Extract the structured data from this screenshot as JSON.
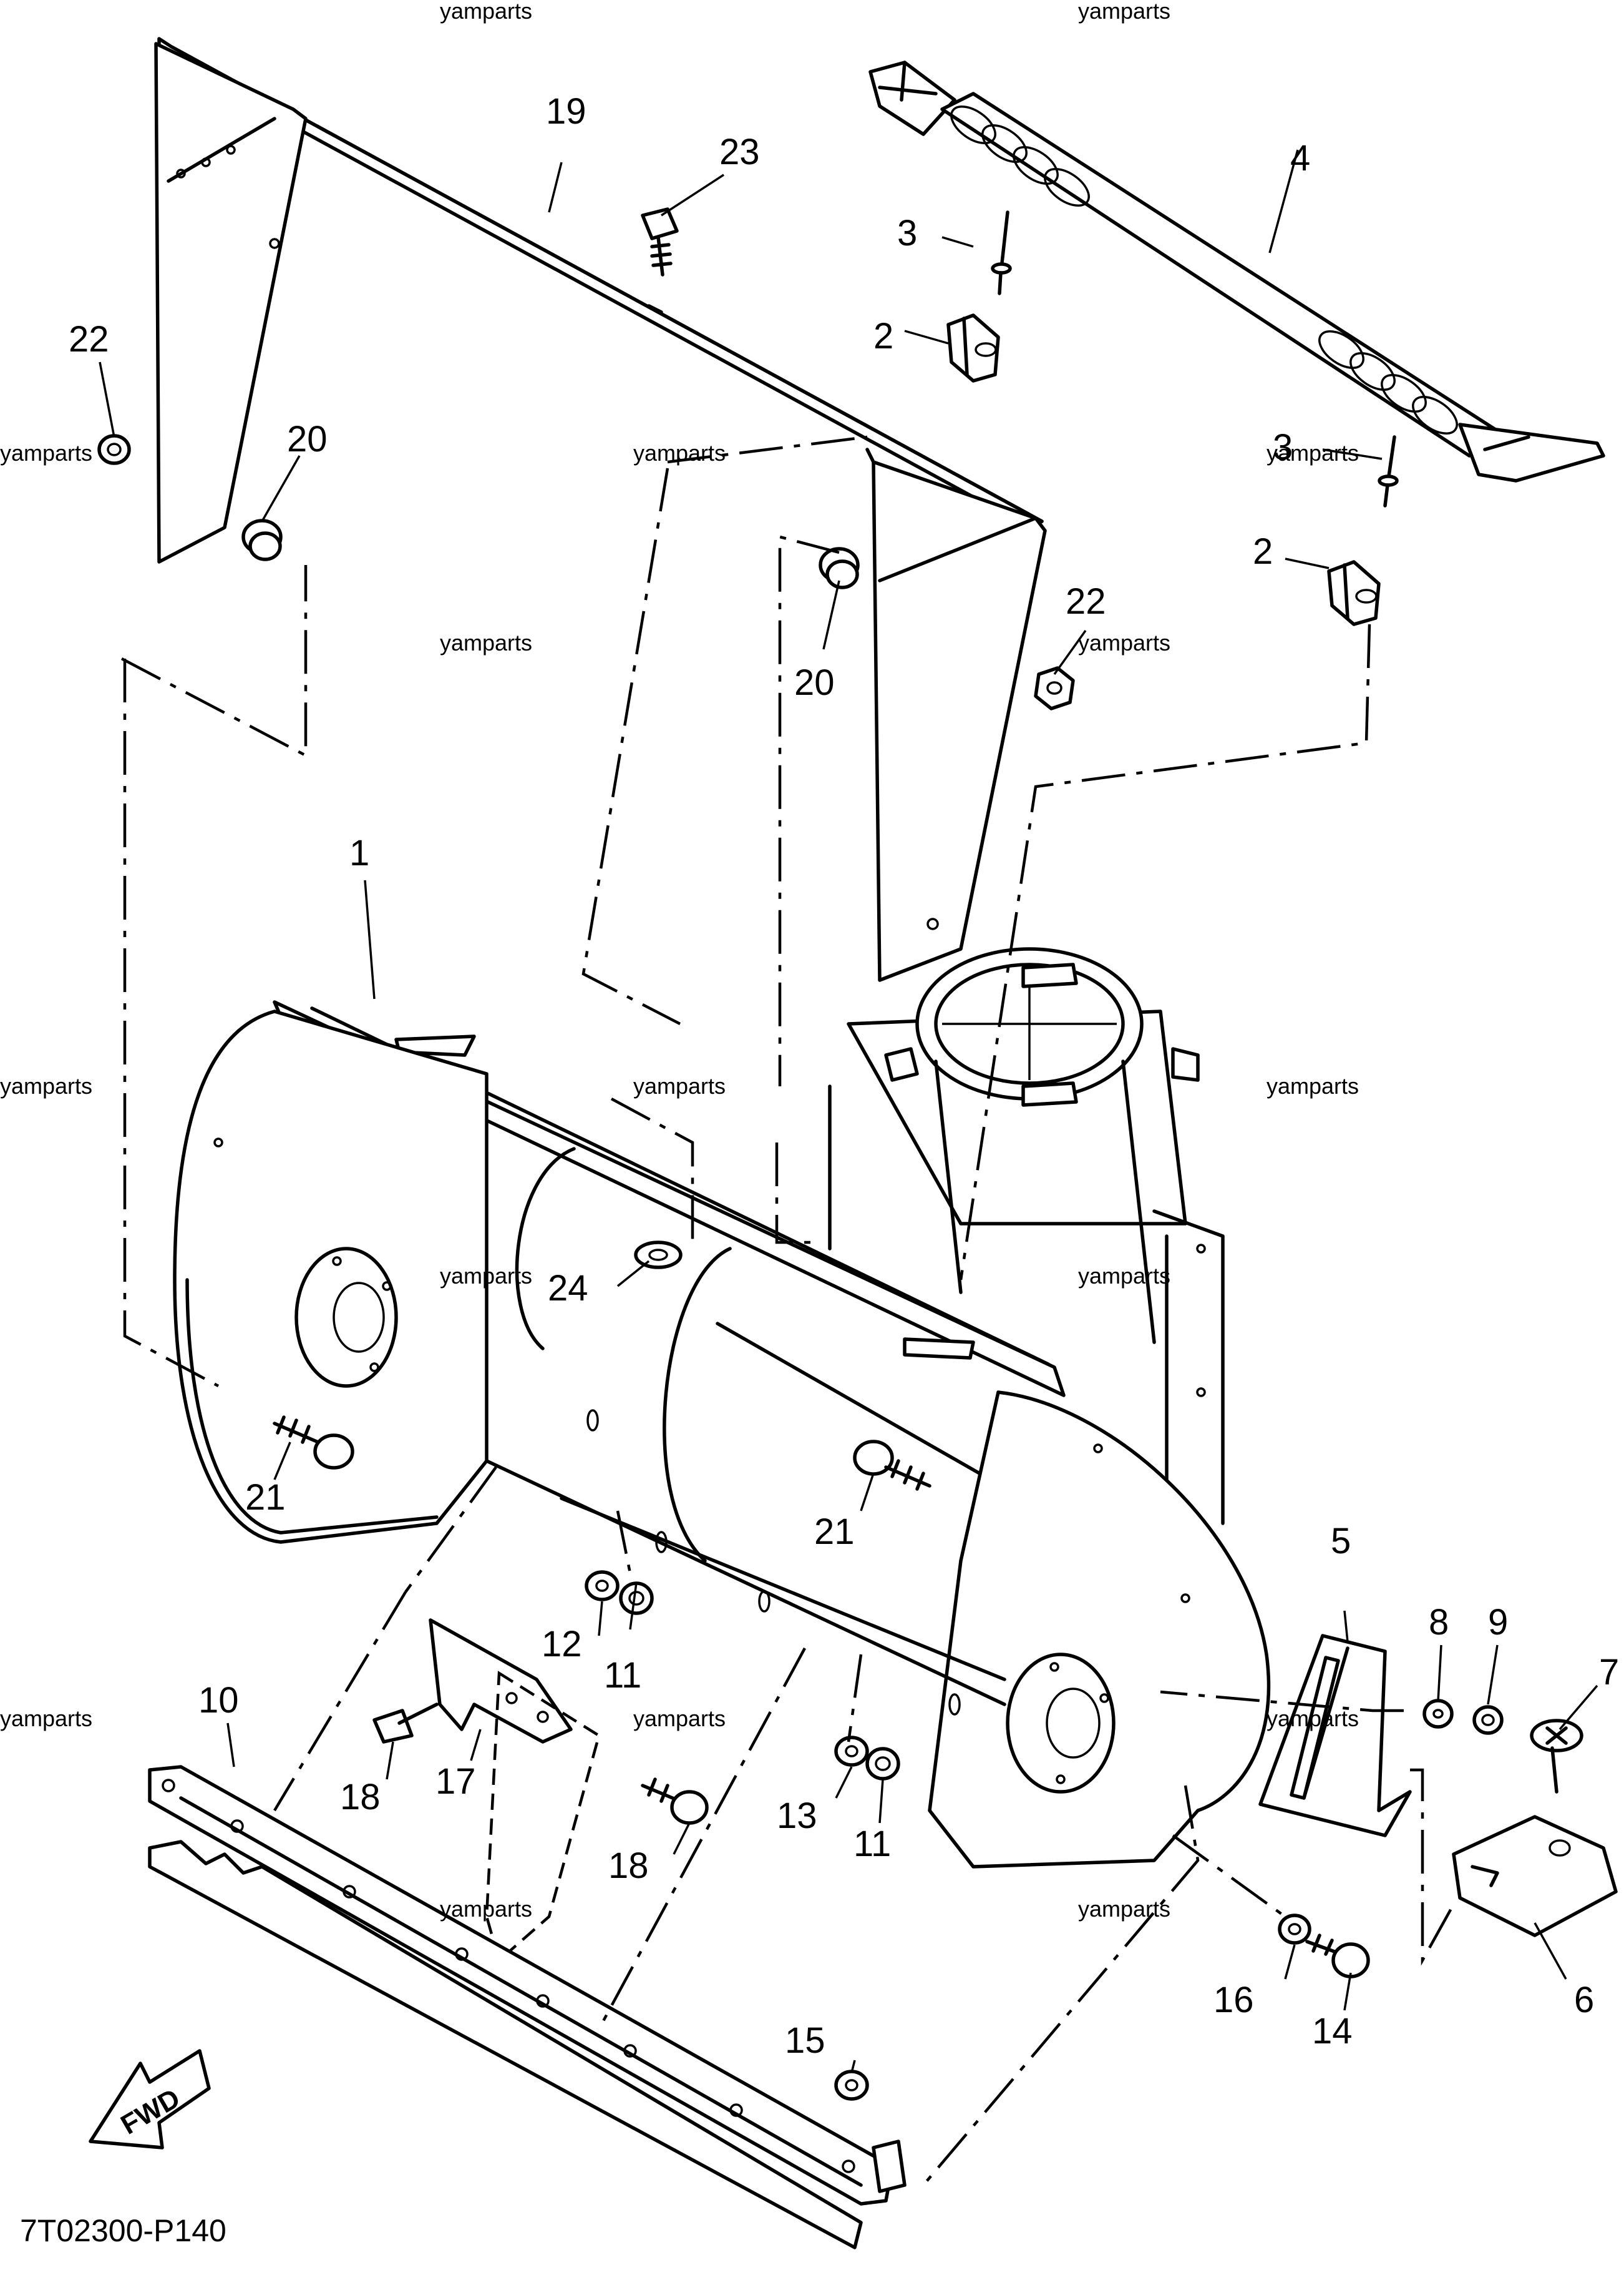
{
  "watermark": "yamparts",
  "diagram_code": "7T02300-P140",
  "fwd_label": "FWD",
  "callouts": [
    "1",
    "2",
    "2",
    "3",
    "3",
    "4",
    "5",
    "6",
    "7",
    "8",
    "9",
    "10",
    "11",
    "11",
    "12",
    "13",
    "14",
    "15",
    "16",
    "17",
    "18",
    "18",
    "19",
    "20",
    "20",
    "21",
    "21",
    "22",
    "22",
    "23",
    "24"
  ]
}
